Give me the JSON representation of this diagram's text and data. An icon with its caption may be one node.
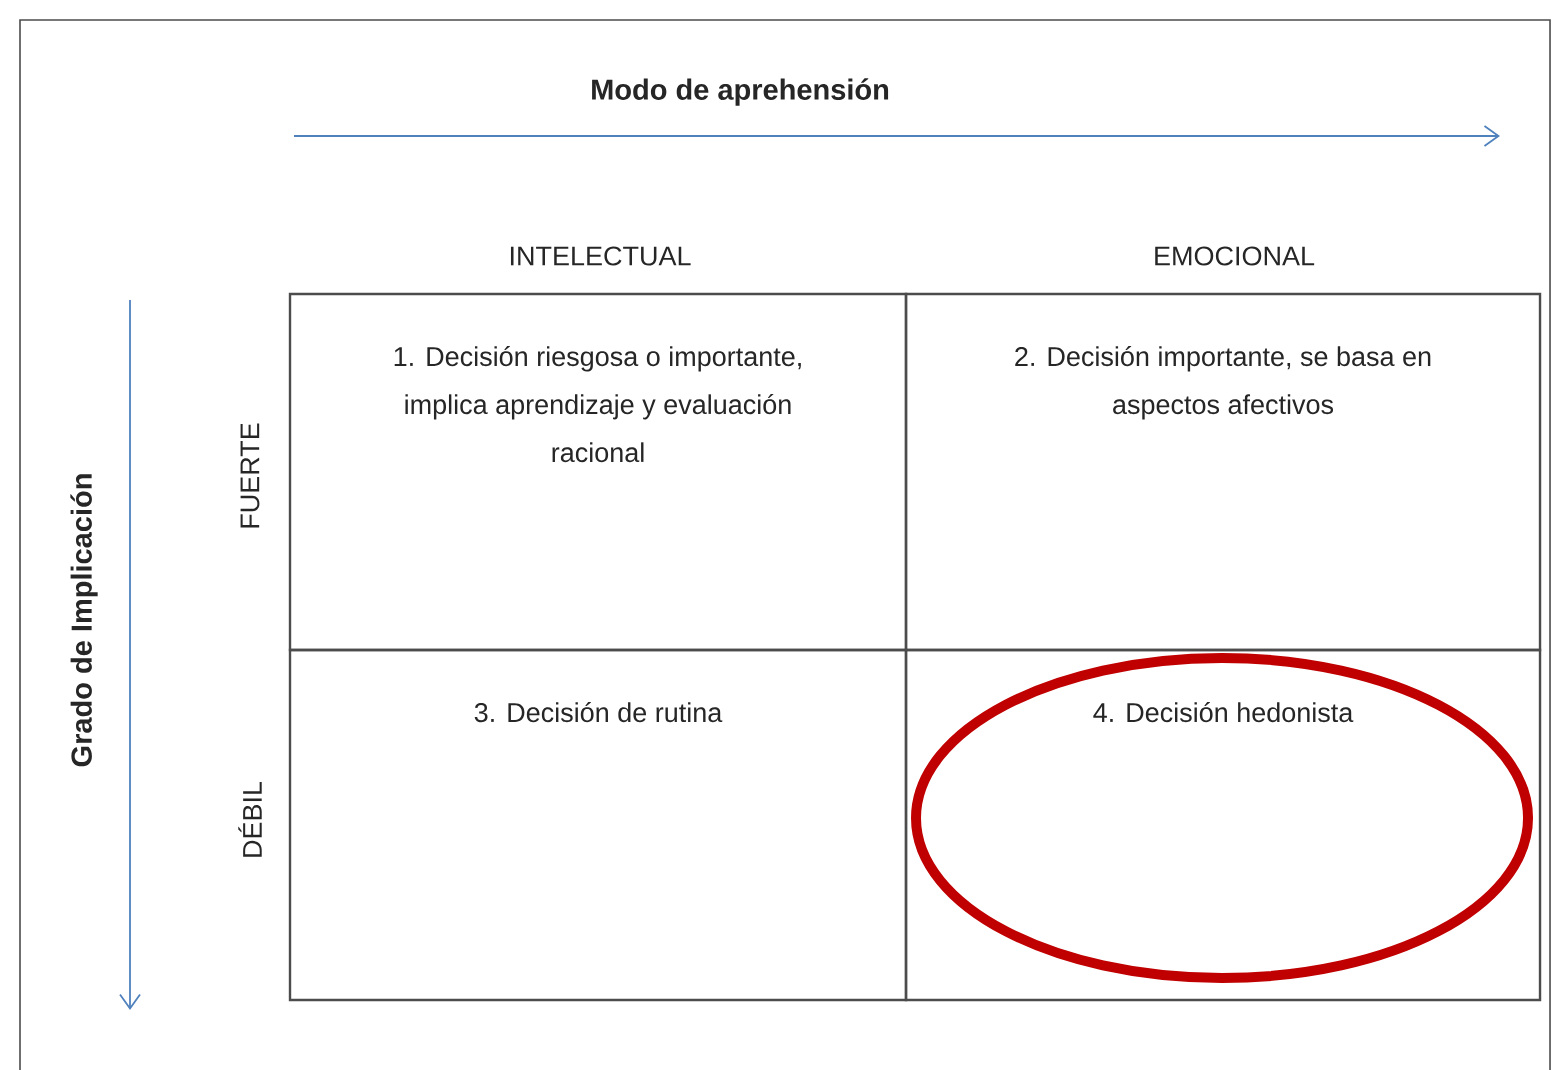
{
  "diagram": {
    "nodes": [
      {
        "text": [
          "1. Decisión riesgosa o importante, implica aprendizaje y evaluación racional"
        ]
      },
      {
        "text": [
          "2. Decisión importante, se basa en aspectos afectivos"
        ]
      },
      {
        "text": [
          "3. Decisión de rutina"
        ]
      },
      {
        "text": [
          "4. Decisión hedonista"
        ]
      }
    ],
    "edges": [],
    "labels": [
      "Modo de aprehensión",
      "INTELECTUAL",
      "EMOCIONAL",
      "Grado de Implicación",
      "FUERTE",
      "DÉBIL"
    ]
  }
}
